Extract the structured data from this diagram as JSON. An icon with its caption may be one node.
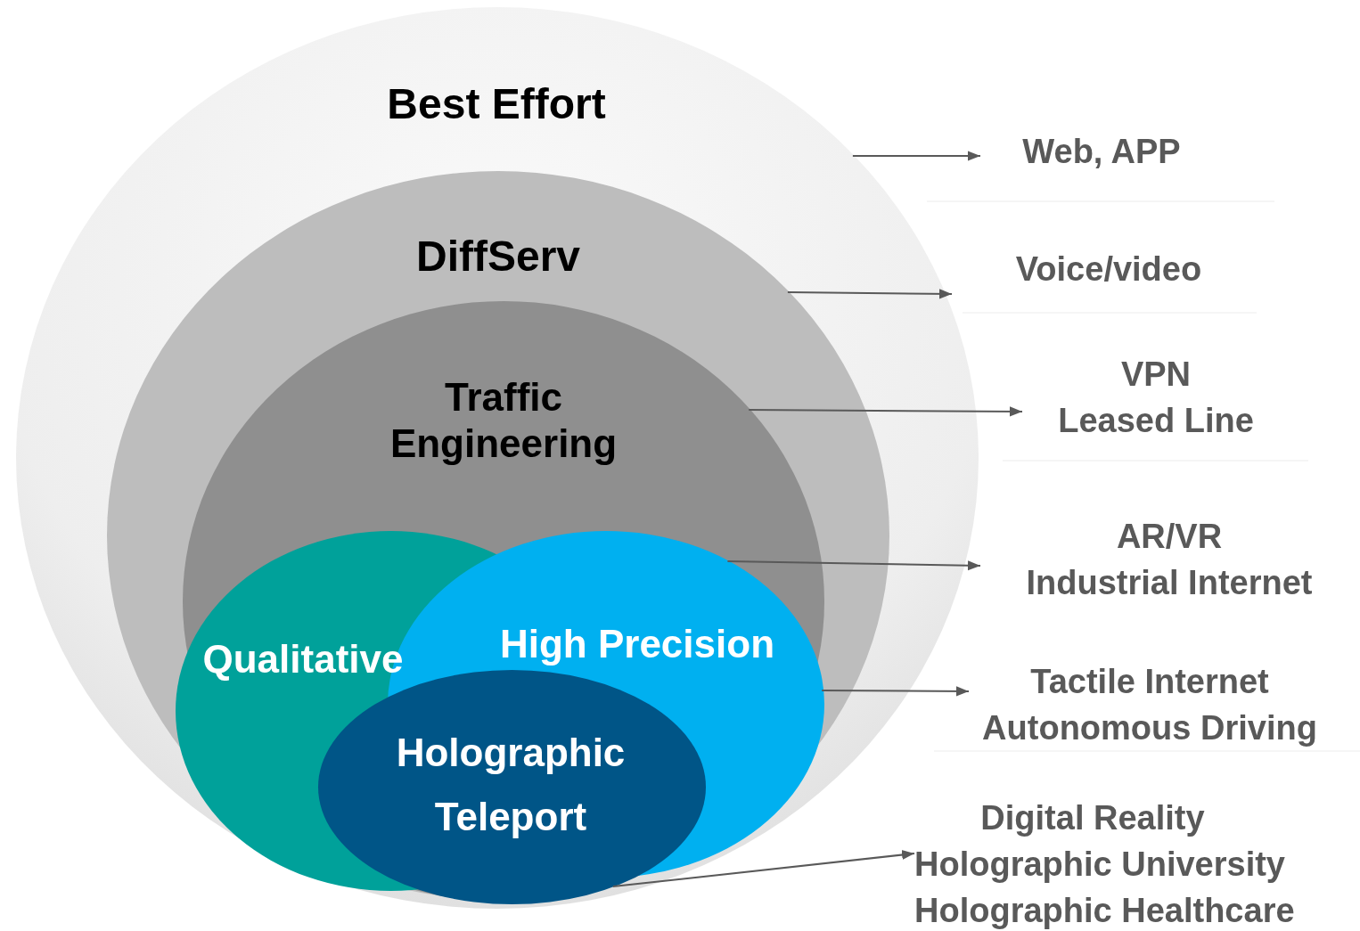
{
  "diagram": {
    "nodes": [
      {
        "text": [
          "Best Effort"
        ]
      },
      {
        "text": [
          "DiffServ"
        ],
        "in": 0
      },
      {
        "text": [
          "Traffic Engineering"
        ],
        "in": 1
      },
      {
        "text": [
          "Qualitative"
        ],
        "in": 2
      },
      {
        "text": [
          "High Precision"
        ],
        "in": 2
      },
      {
        "text": [
          "Holographic Teleport"
        ],
        "in": 2
      },
      {
        "text": [
          "Web, APP"
        ]
      },
      {
        "text": [
          "Voice/video"
        ]
      },
      {
        "text": [
          "VPN",
          "Leased Line"
        ]
      },
      {
        "text": [
          "AR/VR",
          "Industrial Internet"
        ]
      },
      {
        "text": [
          "Tactile Internet",
          "Autonomous Driving"
        ]
      },
      {
        "text": [
          "Digital Reality",
          "Holographic University",
          "Holographic Healthcare"
        ]
      }
    ],
    "edges": [
      {
        "from": 0,
        "to": 6,
        "arrow": "to"
      },
      {
        "from": 1,
        "to": 7,
        "arrow": "to"
      },
      {
        "from": 2,
        "to": 8,
        "arrow": "to"
      },
      {
        "from": 4,
        "to": 9,
        "arrow": "to"
      },
      {
        "from": 4,
        "to": 10,
        "arrow": "to"
      },
      {
        "from": 5,
        "to": 11,
        "arrow": "to"
      }
    ]
  }
}
